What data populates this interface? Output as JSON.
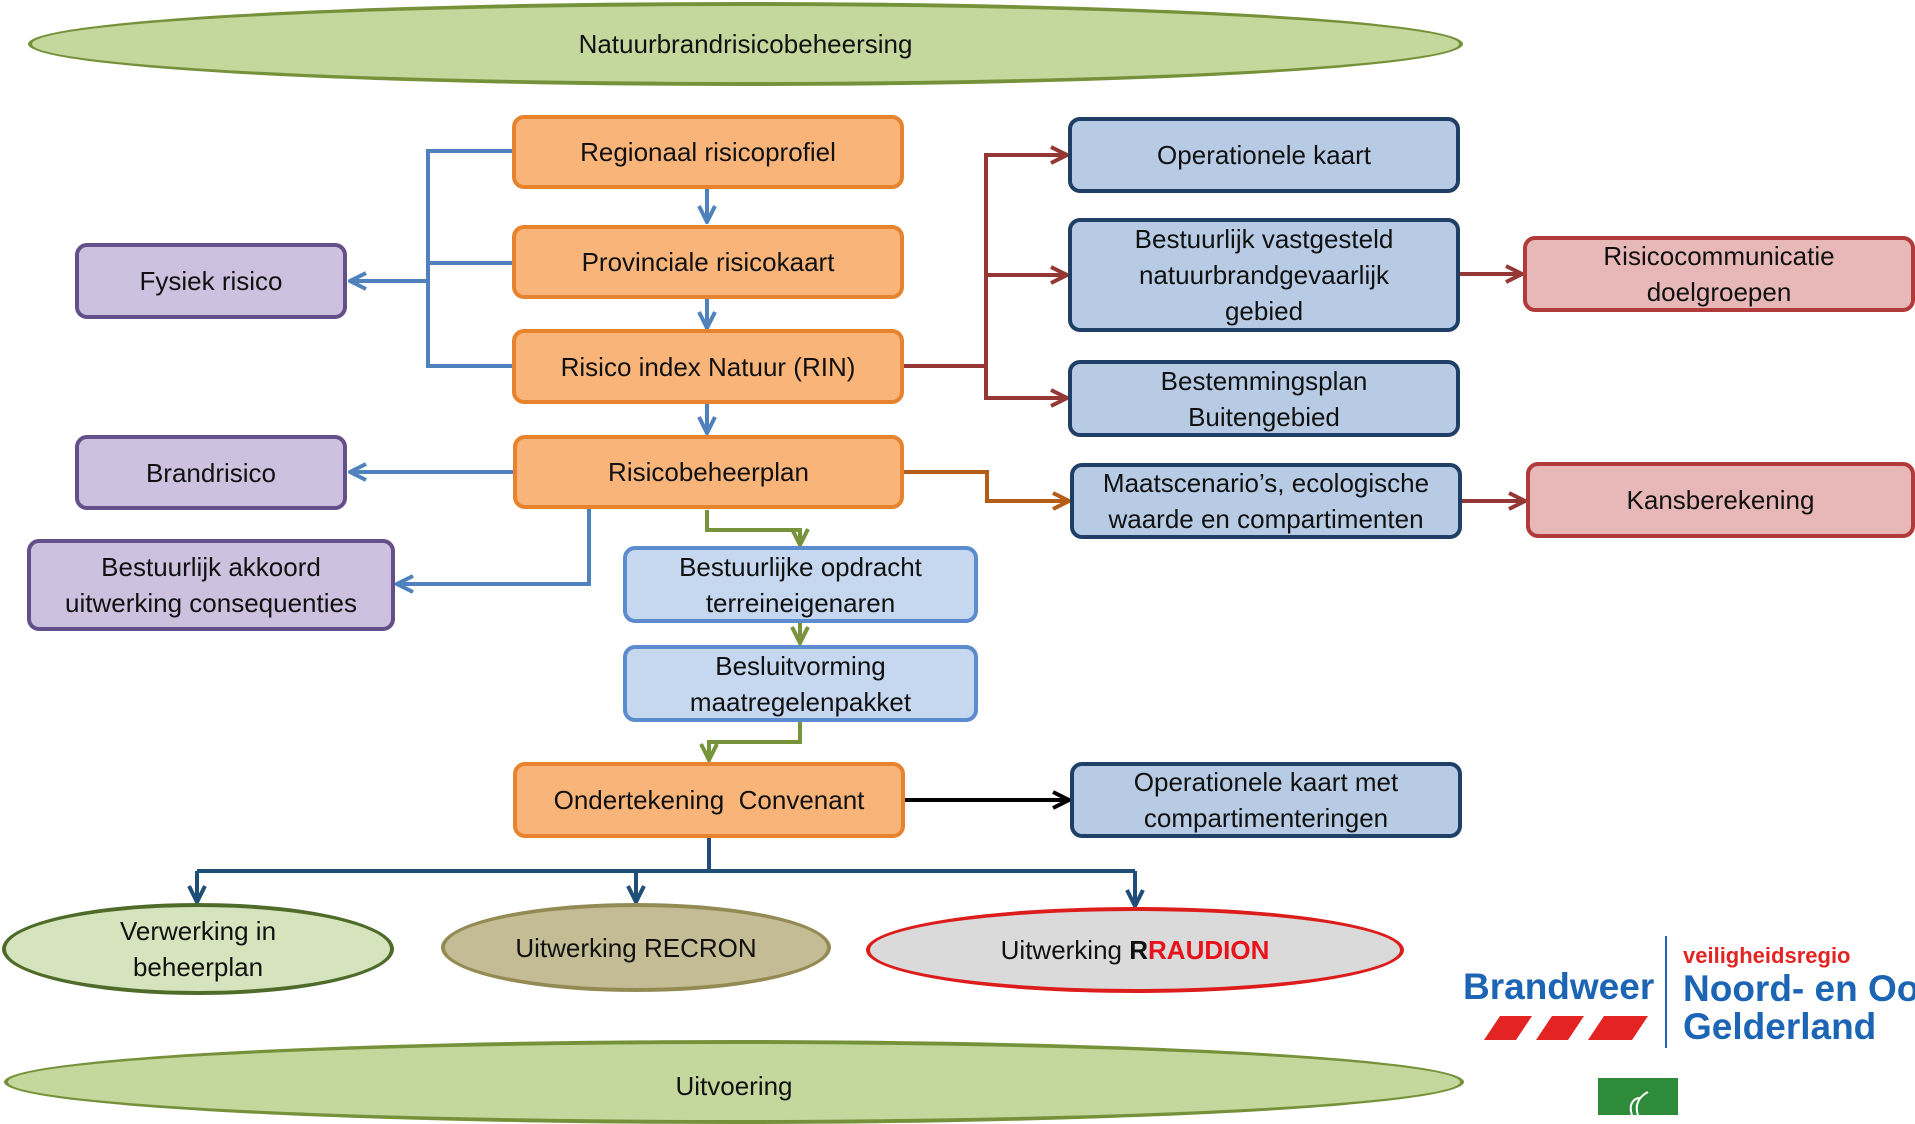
{
  "diagram": {
    "top_banner": "Natuurbrandrisicobeheersing",
    "bottom_banner": "Uitvoering",
    "regionaal": "Regionaal risicoprofiel",
    "provinciale": "Provinciale risicokaart",
    "rin": "Risico index Natuur (RIN)",
    "risicobeheerplan": "Risicobeheerplan",
    "fysiek": "Fysiek risico",
    "brandrisico": "Brandrisico",
    "akkoord": [
      "Bestuurlijk akkoord",
      "uitwerking consequenties"
    ],
    "operationele_kaart": "Operationele kaart",
    "vastgesteld": [
      "Bestuurlijk vastgesteld",
      "natuurbrandgevaarlijk",
      "gebied"
    ],
    "bestemmingsplan": [
      "Bestemmingsplan",
      "Buitengebied"
    ],
    "risicocommunicatie": [
      "Risicocommunicatie",
      "doelgroepen"
    ],
    "maatscenarios": [
      "Maatscenario’s, ecologische",
      "waarde en compartimenten"
    ],
    "kansberekening": "Kansberekening",
    "opdracht": [
      "Bestuurlijke opdracht",
      "terreineigenaren"
    ],
    "besluitvorming": [
      "Besluitvorming",
      "maatregelenpakket"
    ],
    "convenant": "Ondertekening  Convenant",
    "operationele_comp": [
      "Operationele kaart met",
      "compartimenteringen"
    ],
    "verwerking": [
      "Verwerking in",
      "beheerplan"
    ],
    "recron": "Uitwerking RECRON",
    "raudion_prefix": "Uitwerking ",
    "raudion_r": "R",
    "raudion_rest": "RAUDION"
  },
  "logo": {
    "brandweer": "Brandweer",
    "veiligheidsregio": "veiligheidsregio",
    "noord": "Noord- en Oost-",
    "gelderland": "Gelderland"
  },
  "colors": {
    "blue_line": "#4f81bd",
    "dark_red_line": "#953735",
    "olive_line": "#77933c",
    "brown_line": "#b35d16",
    "navy_line": "#1f4e79",
    "raudion_red": "#e8121b",
    "brand_blue": "#1c64b4",
    "brand_red": "#e32422",
    "forest_green": "#2e8b3a"
  }
}
